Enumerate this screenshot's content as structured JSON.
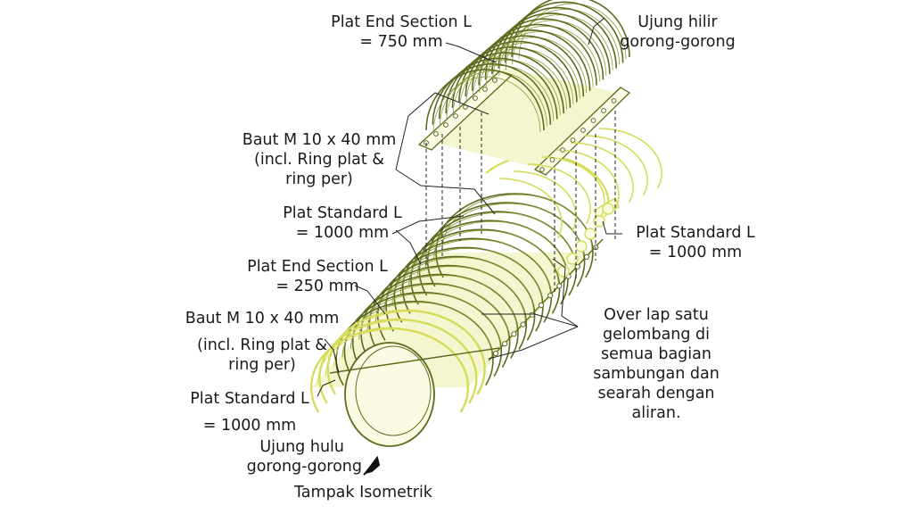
{
  "diagram": {
    "caption": "Tampak Isometrik",
    "colors": {
      "corrugation": "#5e6a1e",
      "corrugation_light": "#d6dc5a",
      "fill": "#f3f6cf",
      "fill_light": "#fafbe2",
      "leader": "#222222"
    },
    "labels": {
      "end_section_750": {
        "line1": "Plat End Section L",
        "line2": "= 750 mm"
      },
      "downstream_end": {
        "line1": "Ujung hilir",
        "line2": "gorong-gorong"
      },
      "bolt_top": {
        "line1": "Baut M 10 x 40 mm",
        "line2": "(incl. Ring plat &",
        "line3": "ring per)"
      },
      "standard_top_left": {
        "line1": "Plat Standard L",
        "line2": "= 1000 mm"
      },
      "standard_right": {
        "line1": "Plat Standard L",
        "line2": "= 1000 mm"
      },
      "end_section_250": {
        "line1": "Plat End Section L",
        "line2": "= 250 mm"
      },
      "bolt_bottom": {
        "line1": "Baut M 10 x 40 mm",
        "line2": "(incl. Ring plat &",
        "line3": "ring per)"
      },
      "overlap_note": {
        "line1": "Over lap satu",
        "line2": "gelombang di",
        "line3": "semua bagian",
        "line4": "sambungan dan",
        "line5": "searah dengan",
        "line6": "aliran."
      },
      "standard_bottom": {
        "line1": "Plat Standard L",
        "line2": "= 1000 mm"
      },
      "upstream_end": {
        "line1": "Ujung hulu",
        "line2": "gorong-gorong"
      }
    }
  }
}
